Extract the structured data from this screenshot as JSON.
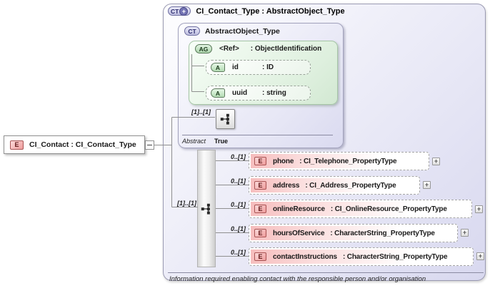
{
  "root_element": {
    "badge": "E",
    "label": "CI_Contact : CI_Contact_Type"
  },
  "container": {
    "badge": "CT",
    "badge_plus": "+",
    "title": "CI_Contact_Type : AbstractObject_Type",
    "base_type": {
      "badge": "CT",
      "title": "AbstractObject_Type",
      "attr_group": {
        "badge": "AG",
        "name": "<Ref>",
        "type": ": ObjectIdentification",
        "attributes": [
          {
            "badge": "A",
            "name": "id",
            "type": ": ID"
          },
          {
            "badge": "A",
            "name": "uuid",
            "type": ": string"
          }
        ]
      },
      "sequence_cardinality": "[1]..[1]",
      "abstract_label": "Abstract",
      "abstract_value": "True"
    },
    "sequence_cardinality": "[1]..[1]",
    "elements": [
      {
        "badge": "E",
        "cardinality": "0..[1]",
        "name": "phone",
        "type": ": CI_Telephone_PropertyType",
        "expand": "+"
      },
      {
        "badge": "E",
        "cardinality": "0..[1]",
        "name": "address",
        "type": ": CI_Address_PropertyType",
        "expand": "+"
      },
      {
        "badge": "E",
        "cardinality": "0..[1]",
        "name": "onlineResource",
        "type": ": CI_OnlineResource_PropertyType",
        "expand": "+"
      },
      {
        "badge": "E",
        "cardinality": "0..[1]",
        "name": "hoursOfService",
        "type": ": CharacterString_PropertyType",
        "expand": "+"
      },
      {
        "badge": "E",
        "cardinality": "0..[1]",
        "name": "contactInstructions",
        "type": ": CharacterString_PropertyType",
        "expand": "+"
      }
    ],
    "annotation": "Information required enabling contact with the  responsible person and/or organisation"
  },
  "colors": {
    "element_pink": "#f6bcbc",
    "element_border_red": "#a85454",
    "type_lavender": "#dcdcf1",
    "group_green": "#ddefdd",
    "border_grey": "#9a9ab2",
    "line_grey": "#8f8f8f"
  }
}
